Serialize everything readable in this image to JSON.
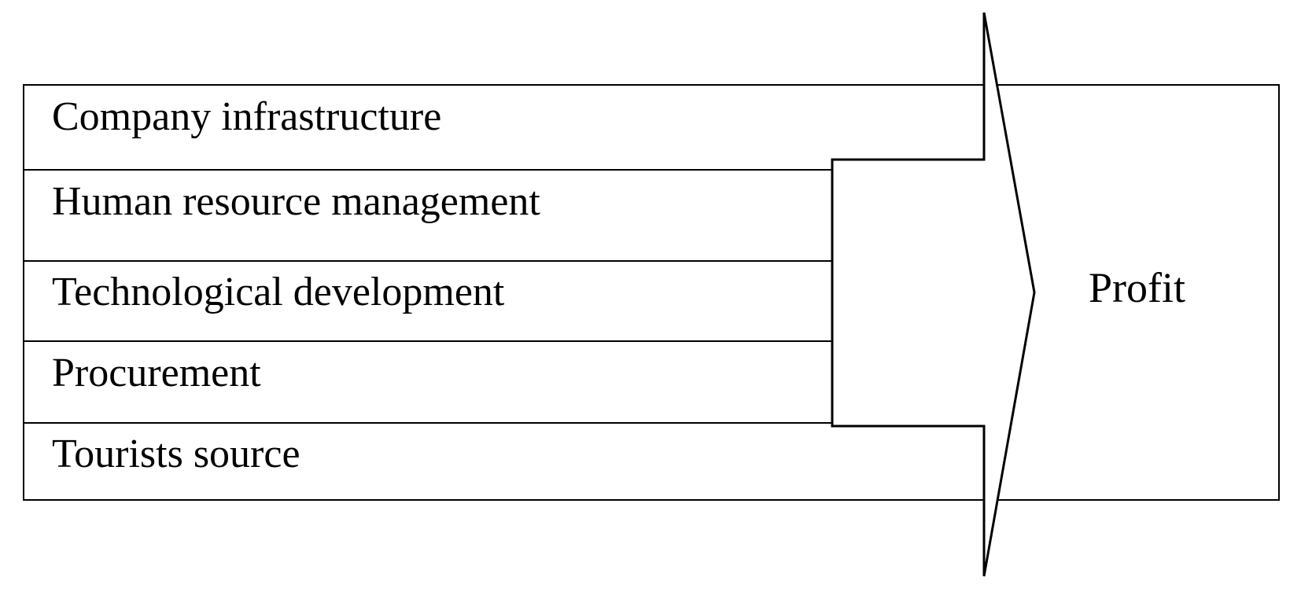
{
  "diagram": {
    "activities": [
      {
        "label": "Company infrastructure"
      },
      {
        "label": "Human resource management"
      },
      {
        "label": "Technological development"
      },
      {
        "label": "Procurement"
      },
      {
        "label": "Tourists source"
      }
    ],
    "outcome": {
      "label": "Profit"
    },
    "colors": {
      "stroke": "#000000",
      "fill": "#ffffff",
      "text": "#000000"
    }
  }
}
